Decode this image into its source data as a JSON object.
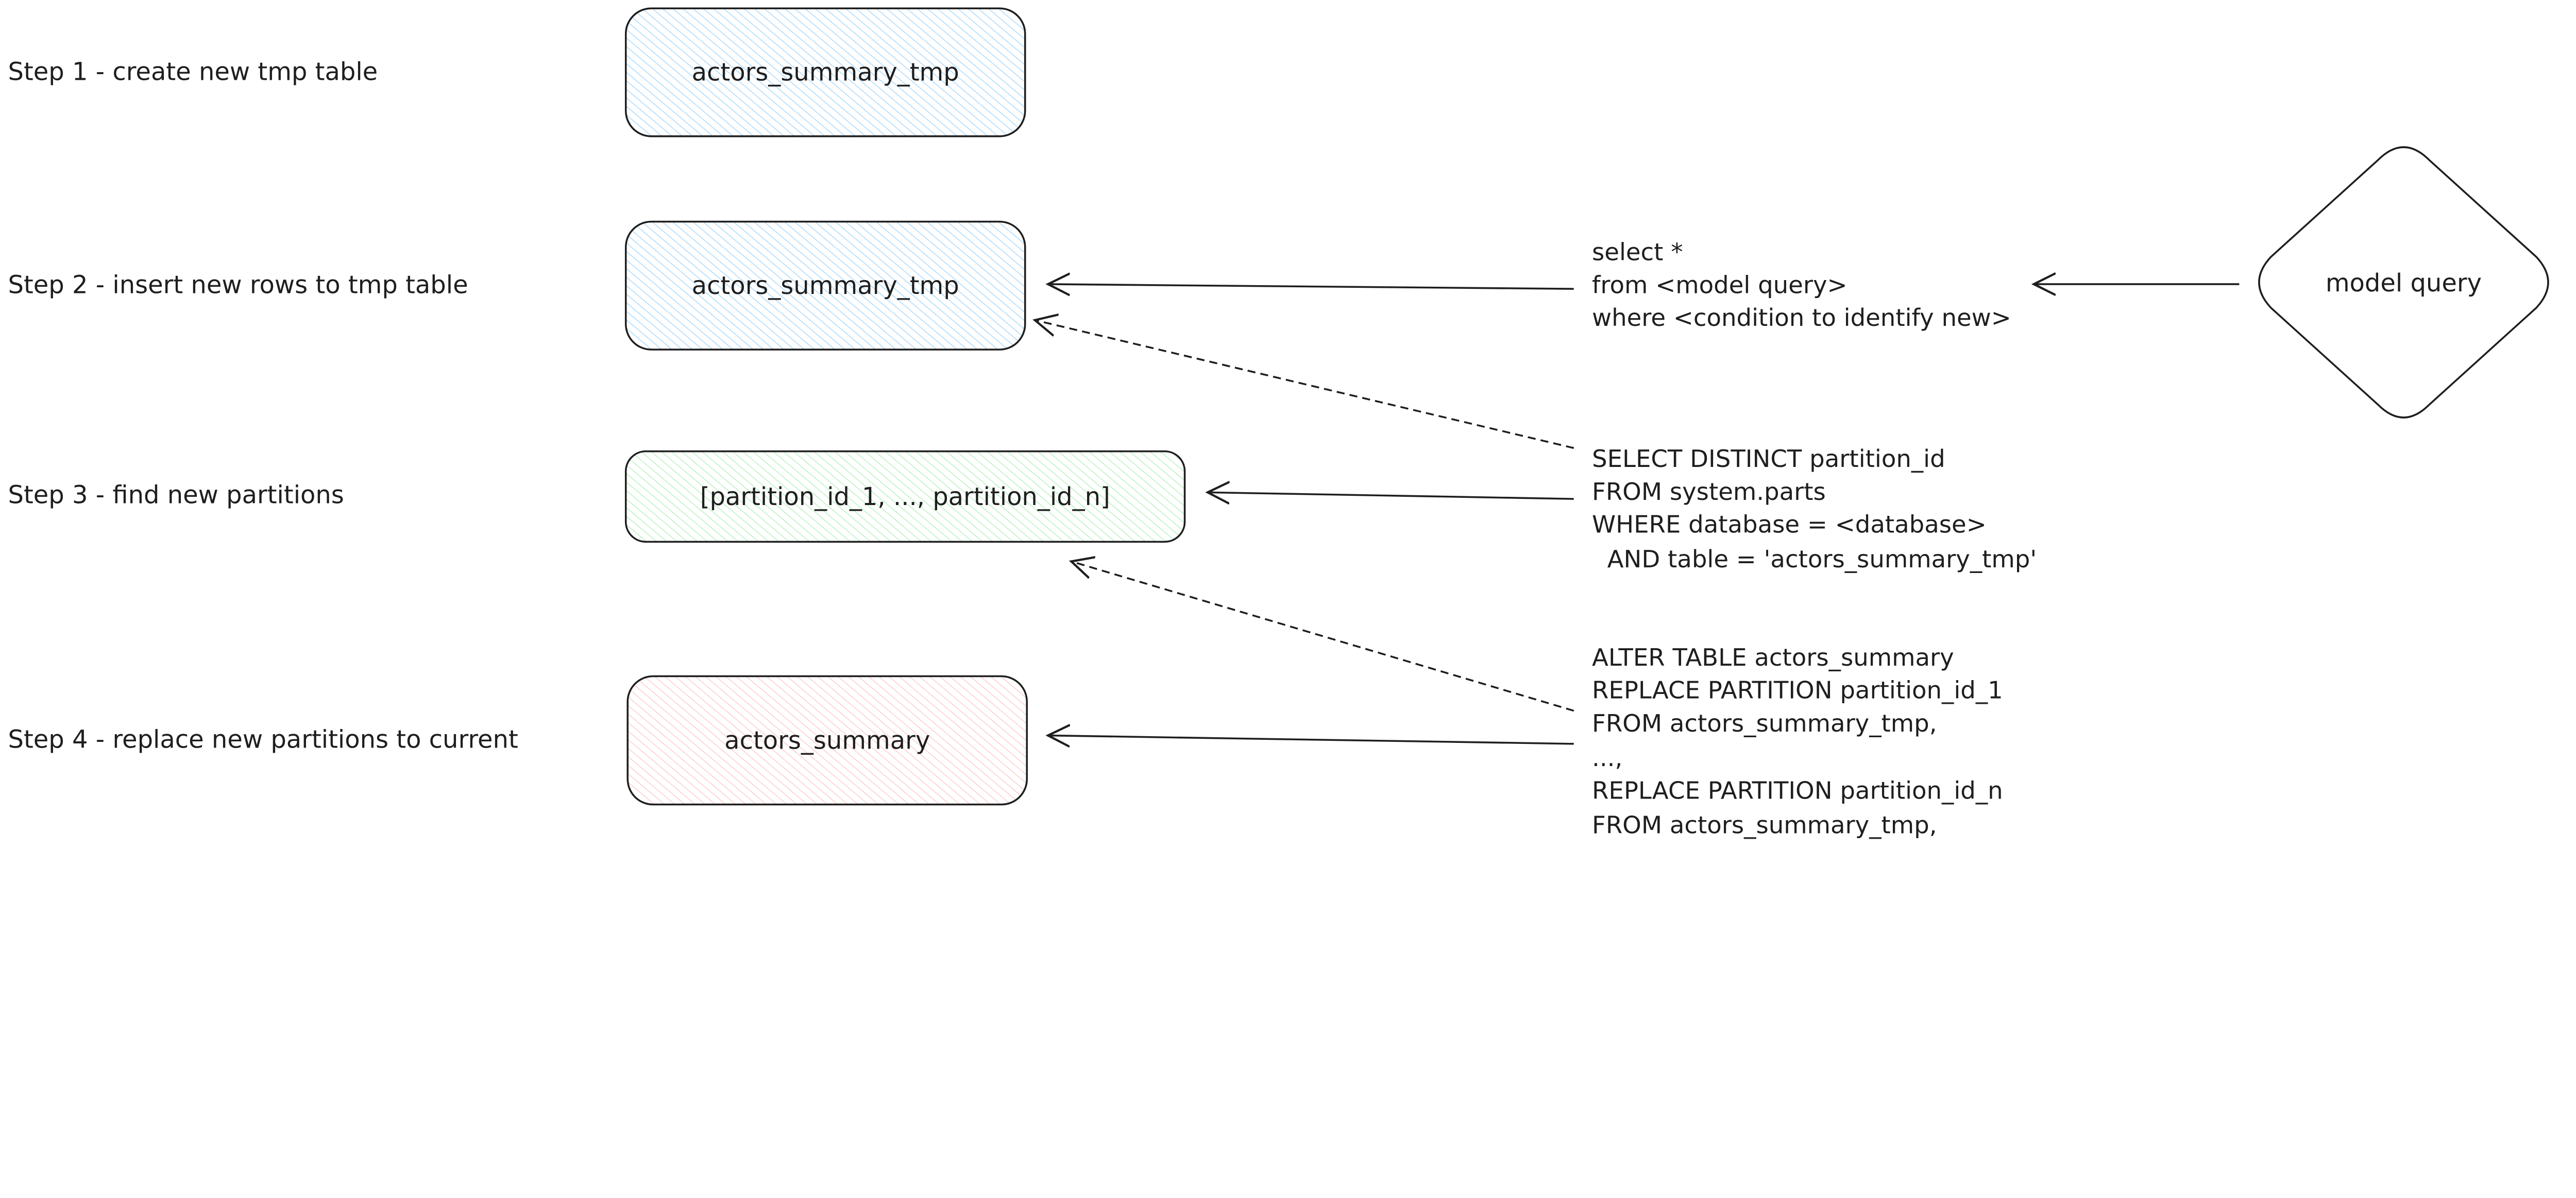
{
  "steps": [
    {
      "label": "Step 1 - create new tmp table"
    },
    {
      "label": "Step 2 - insert new rows to tmp table"
    },
    {
      "label": "Step 3 - find new partitions"
    },
    {
      "label": "Step 4 - replace new partitions to current"
    }
  ],
  "boxes": [
    {
      "label": "actors_summary_tmp",
      "fill": "#a5d8ff"
    },
    {
      "label": "actors_summary_tmp",
      "fill": "#a5d8ff"
    },
    {
      "label": "[partition_id_1, ..., partition_id_n]",
      "fill": "#b2f2bb"
    },
    {
      "label": "actors_summary",
      "fill": "#ffc9c9"
    }
  ],
  "diamond": {
    "label": "model query"
  },
  "queries": {
    "insert": [
      "select *",
      "from <model query>",
      "where <condition to identify new>"
    ],
    "partitions": [
      "SELECT DISTINCT partition_id",
      "FROM system.parts",
      "WHERE database = <database>",
      "  AND table = 'actors_summary_tmp'"
    ],
    "replace": [
      "ALTER TABLE actors_summary",
      "REPLACE PARTITION partition_id_1",
      "FROM actors_summary_tmp,",
      "...,",
      "REPLACE PARTITION partition_id_n",
      "FROM actors_summary_tmp,"
    ]
  },
  "colors": {
    "stroke": "#1e1e1e",
    "blue": "#a5d8ff",
    "green": "#b2f2bb",
    "red": "#ffc9c9"
  }
}
